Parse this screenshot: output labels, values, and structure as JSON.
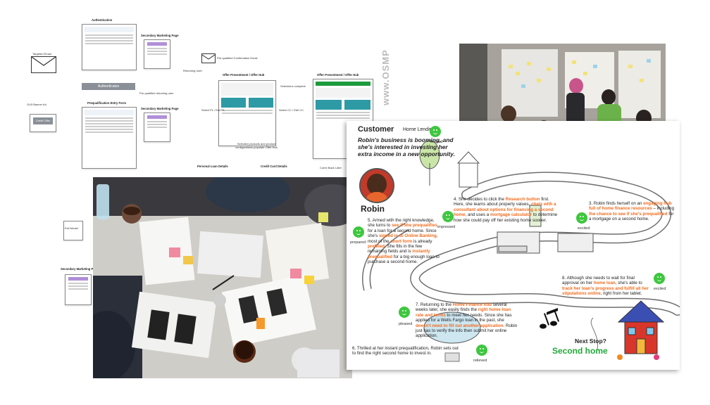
{
  "watermark": "www.OSMP",
  "flow": {
    "auth_title": "Authentication",
    "secondary_marketing_1": "Secondary Marketing Page",
    "targeted_email": "Targeted Email",
    "authenticates": "Authenticates",
    "prequal_email": "Pre-qualified Confirmation Email",
    "returning_user": "Returning User",
    "prequal_returning": "Pre-qualified returning user",
    "offer_hub_1": "Offer Presentment / Offer Hub",
    "offer_hub_2": "Offer Presentment / Offer Hub",
    "selections_complete": "Selections complete",
    "olb_banner": "OLB Banner Ad",
    "credit_offer": "Credit Offer",
    "prequal_entry": "Prequalification Entry Form",
    "secondary_marketing_2": "Secondary Marketing Page",
    "select_pl": "Select PL / Edit PL",
    "select_cc": "Select CC / Edit CC",
    "selected_products": "Selected products and product configurations populate Offer Hub",
    "personal_loan": "Personal Loan Details",
    "credit_card": "Credit Card Details",
    "come_back": "Come Back Later",
    "exit_modal": "Exit Modal",
    "secondary_marketing_3": "Secondary Marketing Page"
  },
  "journey": {
    "header_customer": "Customer",
    "header_segment": "Home Lending",
    "intro": "Robin's business is booming, and she's interested in investing her extra income in a new opportunity.",
    "persona_name": "Robin",
    "emotions": {
      "excited_top": "excited",
      "impressed": "impressed",
      "excited_3": "excited",
      "prepared": "prepared",
      "excited_8": "excited",
      "pleased": "pleased",
      "relieved": "relieved"
    },
    "step4_num": "4.",
    "step4_a": "She decides to click the ",
    "step4_b": "Research button",
    "step4_c": " first. Here, she learns about property values, ",
    "step4_d": "chats with a consultant about options for financing a second home",
    "step4_e": ", and uses a ",
    "step4_f": "mortgage calculator",
    "step4_g": " to determine how she could pay off her existing home sooner.",
    "step3_num": "3.",
    "step3_a": "Robin finds herself on an ",
    "step3_b": "engaging hub full of home finance resources",
    "step3_c": " – including ",
    "step3_d": "the chance to see if she's prequalified",
    "step3_e": " for a mortgage on a second home.",
    "step5_num": "5.",
    "step5_a": "Armed with the right knowledge, she turns to ",
    "step5_b": "see if she prequalifies",
    "step5_c": " for a loan for a second home. Since she's ",
    "step5_d": "signed in to Online Banking",
    "step5_e": ", most of the ",
    "step5_f": "short form",
    "step5_g": " is already ",
    "step5_h": "prefilled",
    "step5_i": ". She fills in the few remaining fields and is ",
    "step5_j": "instantly prequalified",
    "step5_k": " for a big enough loan to purchase a second home.",
    "step7_num": "7.",
    "step7_a": "Returning to the ",
    "step7_b": "Home Finance hub",
    "step7_c": " several weeks later, she easily finds the ",
    "step7_d": "right home loan rate and terms",
    "step7_e": " to meet her needs. Since she has applied for a Wells Fargo loan in the past, she ",
    "step7_f": "doesn't need to fill out another application",
    "step7_g": ". Robin just has to verify the info then submit her online application.",
    "step8_num": "8.",
    "step8_a": "Although she needs to wait for final approval on her ",
    "step8_b": "home loan",
    "step8_c": ", she's able to ",
    "step8_d": "track her loan's progress and fulfill all her stipulations online",
    "step8_e": ", right from her tablet.",
    "step6_num": "6.",
    "step6_text": "Thrilled at her instant prequalification, Robin sets out to find the right second home to invest in.",
    "next_stop": "Next Stop?",
    "second_home": "Second home"
  },
  "colors": {
    "accent_orange": "#f26b1d",
    "happy_green": "#3ec73e",
    "house_red": "#d9362b"
  }
}
